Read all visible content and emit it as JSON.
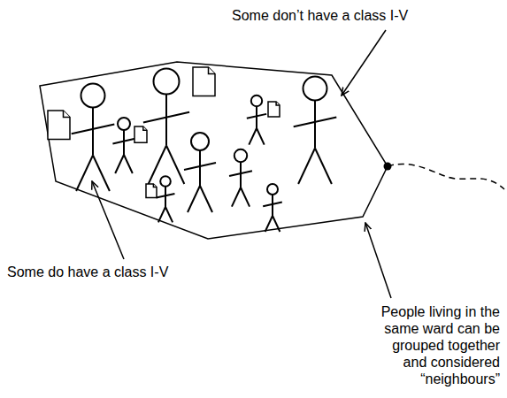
{
  "diagram": {
    "labels": [
      "Some don’t have a class I-V",
      "Some do have a class I-V",
      "People living in the same ward can be grouped together and considered “neighbours”"
    ]
  }
}
